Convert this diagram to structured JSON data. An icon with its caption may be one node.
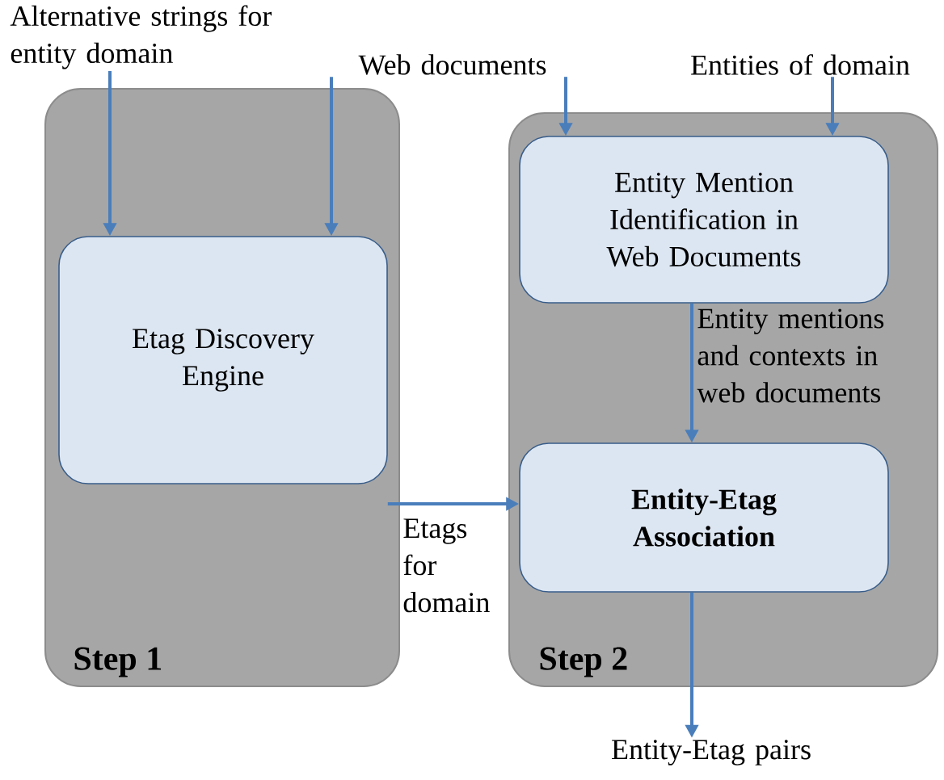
{
  "diagram": {
    "nodes": [
      {
        "text": [
          "Step 1"
        ]
      },
      {
        "text": [
          "Etag Discovery Engine"
        ],
        "in": 0
      },
      {
        "text": [
          "Step 2"
        ]
      },
      {
        "text": [
          "Entity Mention Identification in Web Documents"
        ],
        "in": 2
      },
      {
        "text": [
          "Entity-Etag Association"
        ],
        "in": 2
      },
      {
        "text": [
          "Alternative strings for entity domain"
        ]
      },
      {
        "text": [
          "Web documents"
        ]
      },
      {
        "text": [
          "Entities of domain"
        ]
      },
      {
        "text": [
          "Entity-Etag pairs"
        ]
      }
    ],
    "edges": [
      {
        "from": 5,
        "to": 1,
        "arrow": "to"
      },
      {
        "from": 6,
        "to": 1,
        "arrow": "to"
      },
      {
        "from": 6,
        "to": 3,
        "arrow": "to"
      },
      {
        "from": 7,
        "to": 3,
        "arrow": "to"
      },
      {
        "from": 3,
        "to": 4,
        "arrow": "to",
        "label": "Entity mentions and contexts in web documents"
      },
      {
        "from": 1,
        "to": 4,
        "arrow": "to",
        "label": "Etags for domain"
      },
      {
        "from": 4,
        "to": 8,
        "arrow": "to"
      }
    ]
  }
}
